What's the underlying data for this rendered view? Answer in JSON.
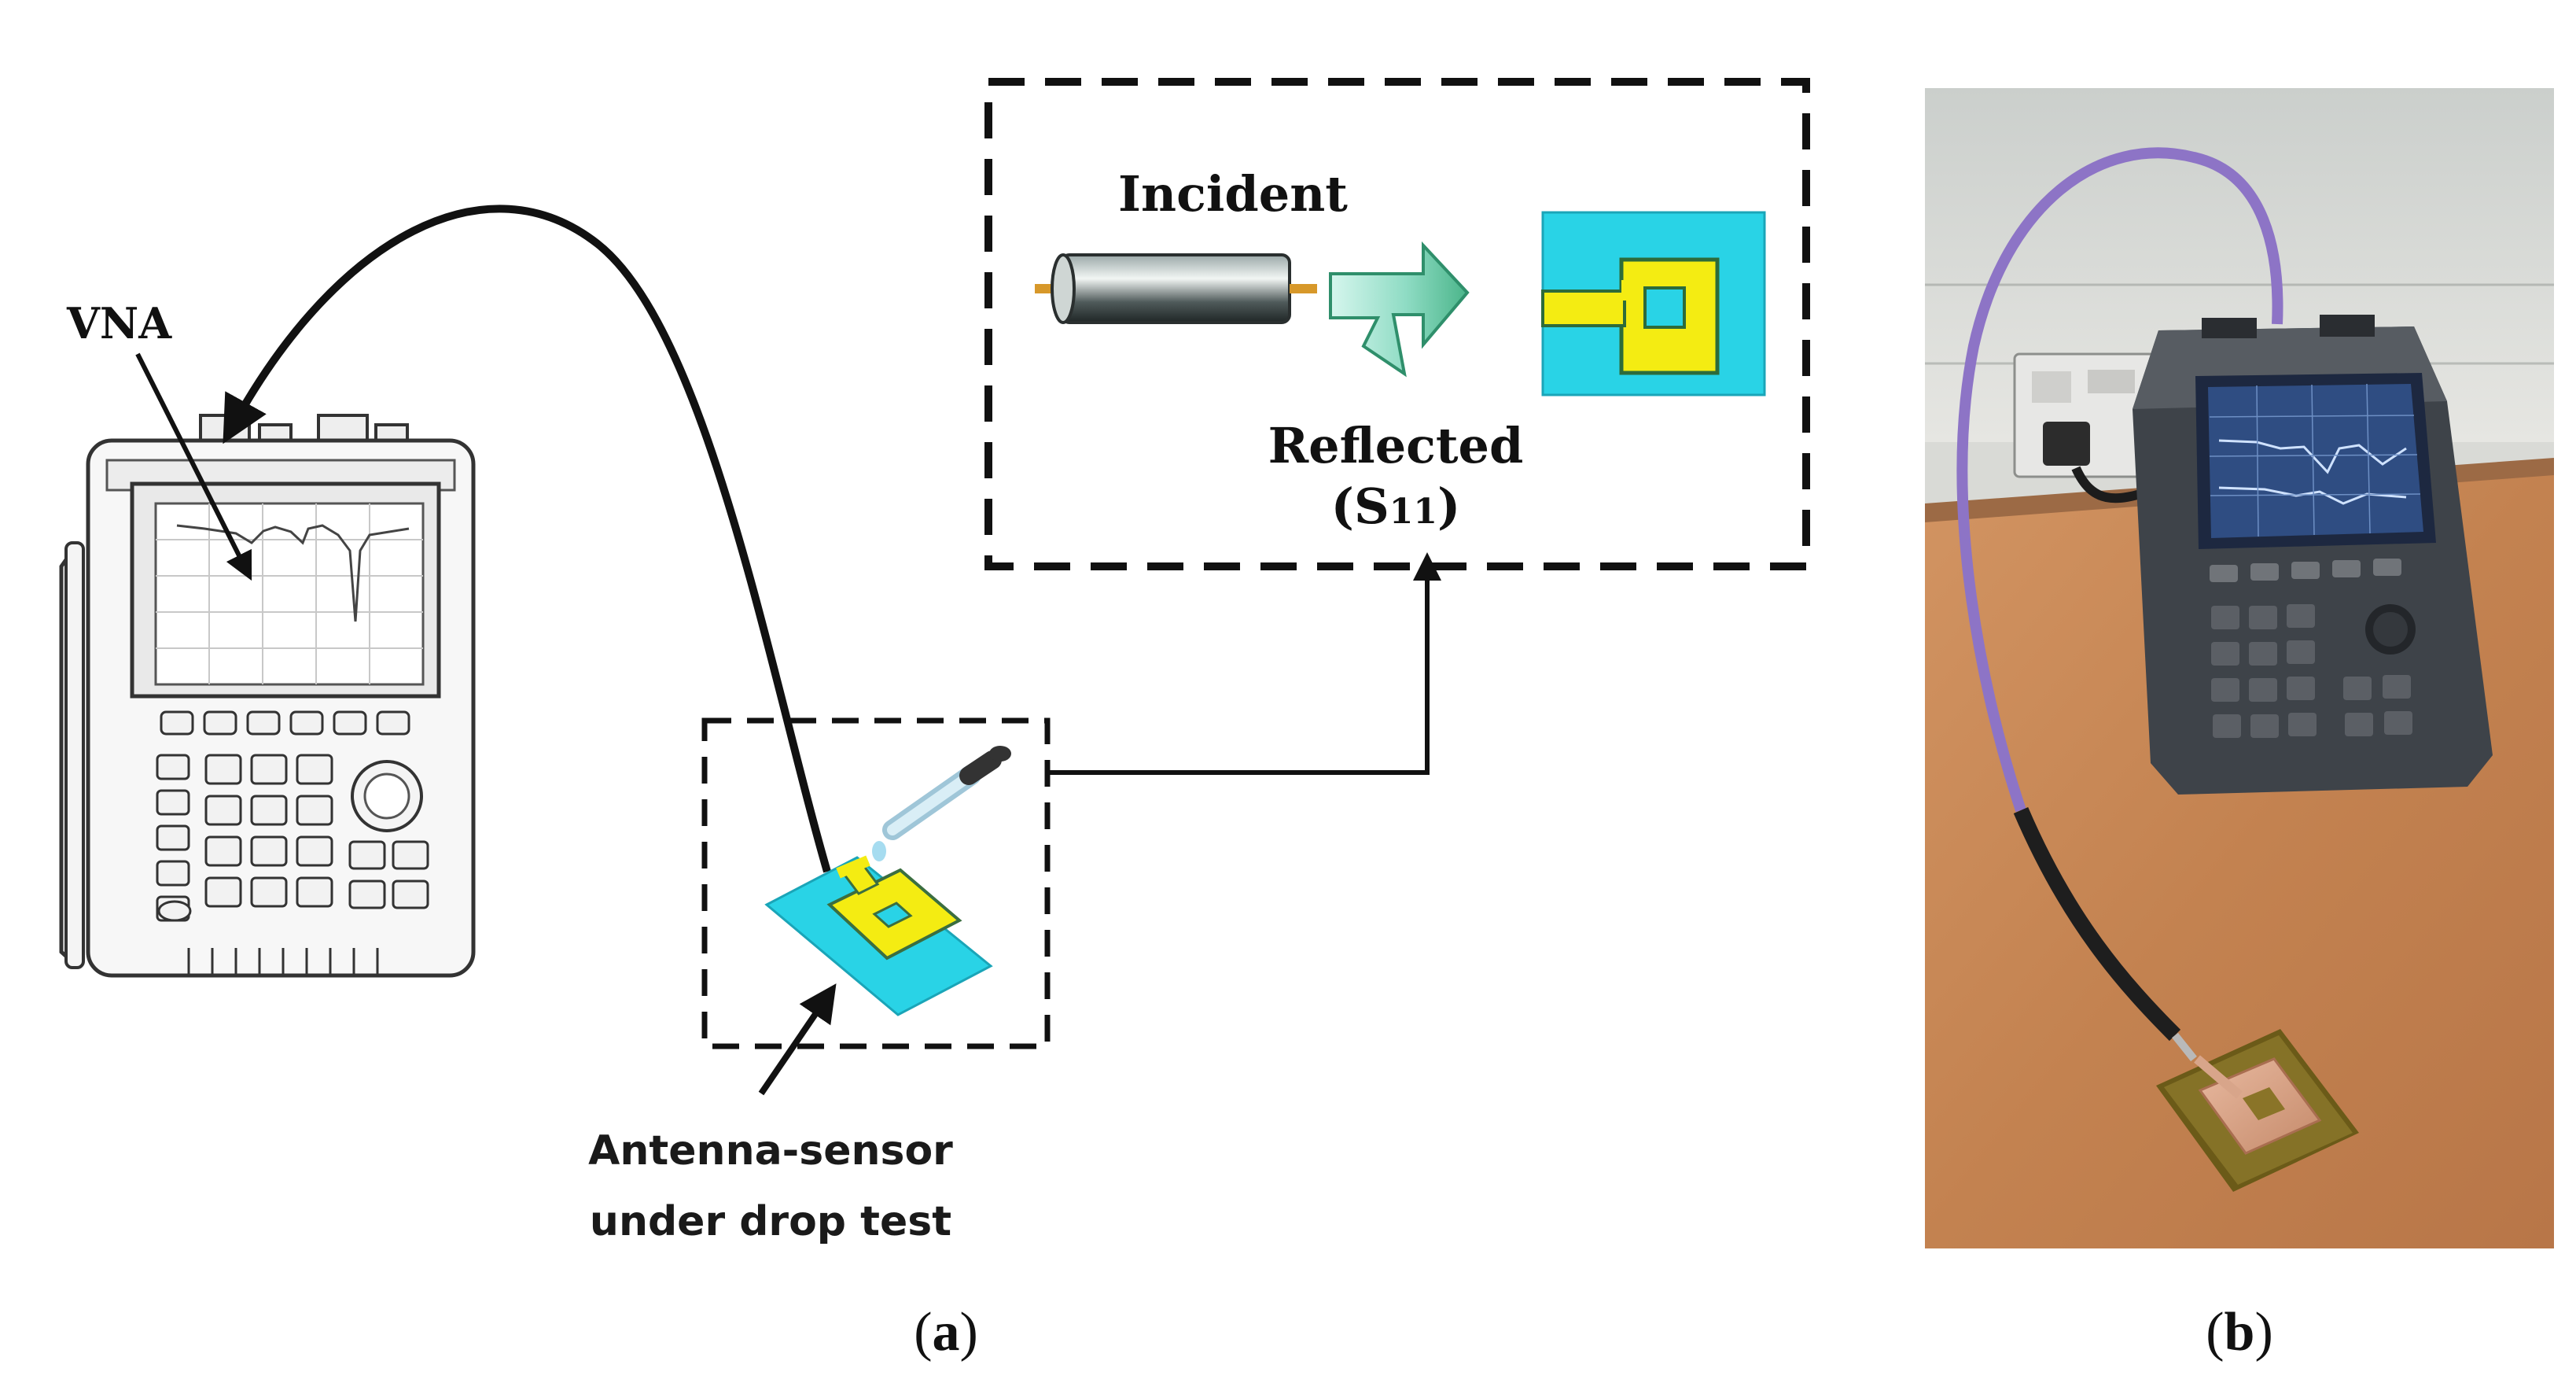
{
  "panel_a": {
    "vna_label": "VNA",
    "incident_label": "Incident",
    "reflected_label": "Reflected",
    "s11_prefix": "(S",
    "s11_sub": "11",
    "s11_suffix": ")",
    "sensor_label_line1": "Antenna-sensor",
    "sensor_label_line2": "under drop test",
    "caption_open": "(",
    "caption_letter": "a",
    "caption_close": ")"
  },
  "panel_b": {
    "caption_open": "(",
    "caption_letter": "b",
    "caption_close": ")"
  },
  "colors": {
    "substrate_cyan": "#29d3e6",
    "patch_yellow": "#f4ec12",
    "cable_purple": "#8d74c6",
    "table_wood": "#c98a55",
    "instrument_body": "#3e4349",
    "line_black": "#111111"
  }
}
